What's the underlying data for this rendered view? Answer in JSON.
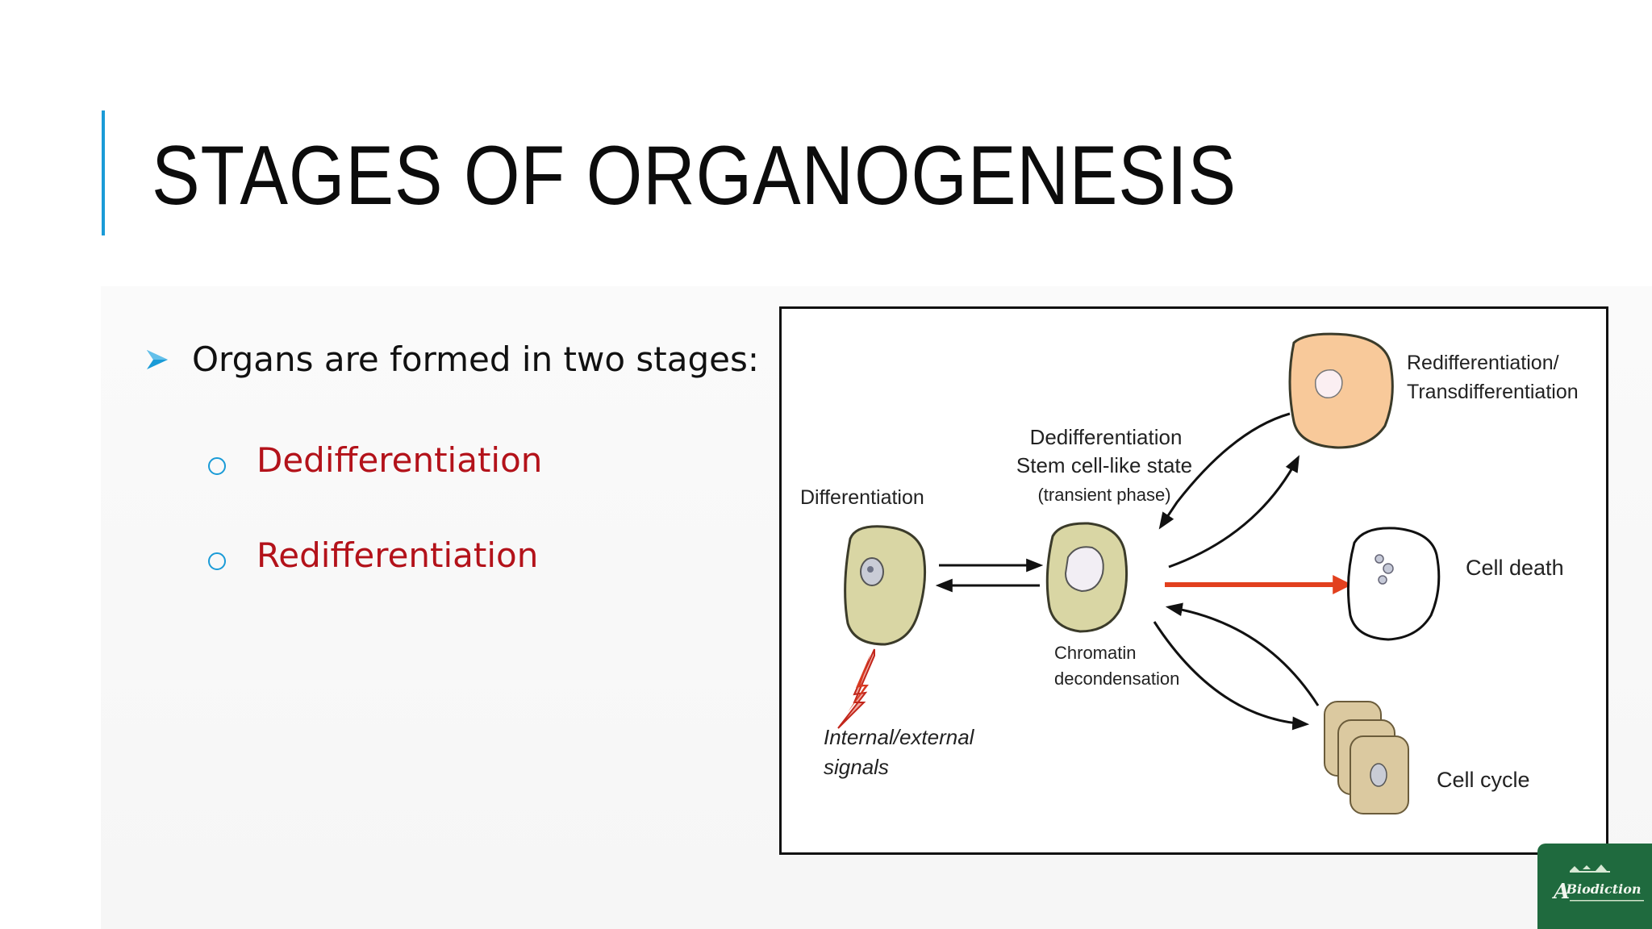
{
  "slide": {
    "title": "STAGES OF ORGANOGENESIS",
    "accent_color": "#1a9bd7",
    "main_bullet": {
      "icon": "arrow-bullet-icon",
      "text": "Organs are formed in two stages:"
    },
    "sub_bullets": [
      {
        "icon": "circle-bullet-icon",
        "text": "Dedifferentiation"
      },
      {
        "icon": "circle-bullet-icon",
        "text": "Redifferentiation"
      }
    ],
    "sub_bullet_color": "#b3121a"
  },
  "diagram": {
    "labels": {
      "differentiation": "Differentiation",
      "dediff_line1": "Dedifferentiation",
      "dediff_line2": "Stem cell-like  state",
      "dediff_line3": "(transient phase)",
      "chromatin_line1": "Chromatin",
      "chromatin_line2": "decondensation",
      "signals_line1": "Internal/external",
      "signals_line2": "signals",
      "rediff_line1": "Redifferentiation/",
      "rediff_line2": "Transdifferentiation",
      "cell_death": "Cell death",
      "cell_cycle": "Cell cycle"
    },
    "colors": {
      "cell_fill": "#d9d6a4",
      "rediff_fill": "#f8c99a",
      "arrow_red": "#e2401e",
      "cycle_fill": "#dbc9a0"
    }
  },
  "logo": {
    "text": "Biodiction"
  }
}
